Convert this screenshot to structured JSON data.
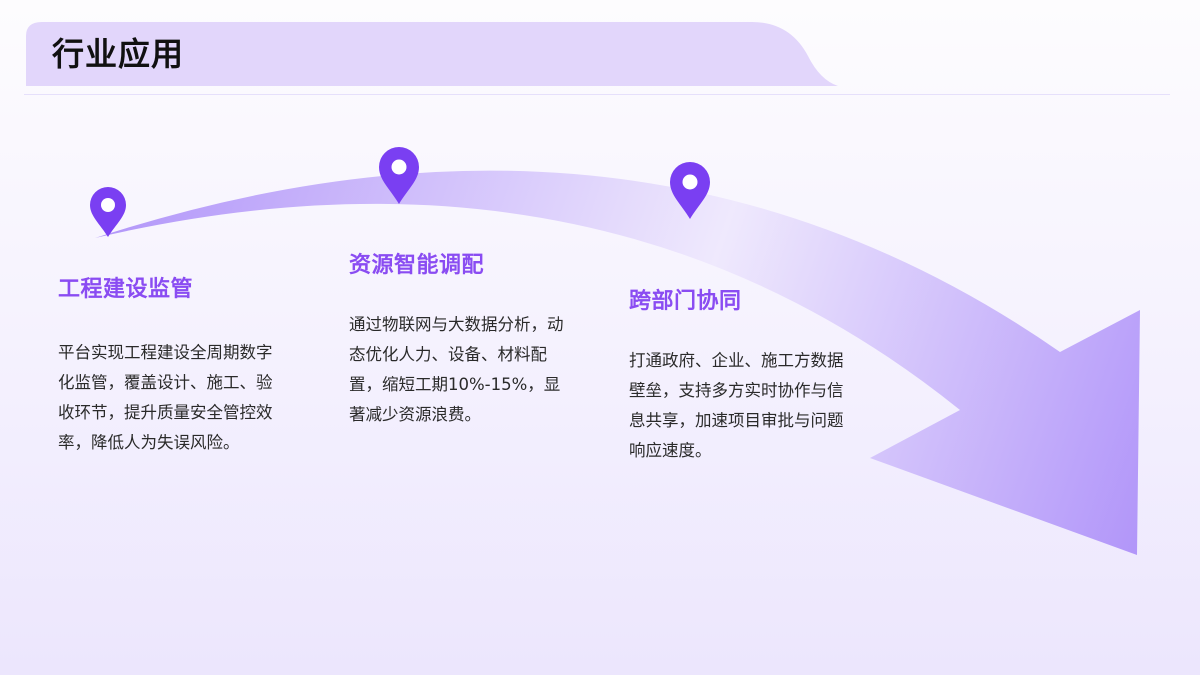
{
  "header": {
    "title": "行业应用"
  },
  "colors": {
    "accent": "#8a4cf2",
    "pin": "#7a3ff2",
    "tab": "#e2d6fb",
    "arrow_dark": "#b195f9",
    "arrow_light": "#ece6fd"
  },
  "steps": [
    {
      "icon": "location-pin-icon",
      "title": "工程建设监管",
      "description": "平台实现工程建设全周期数字化监管，覆盖设计、施工、验收环节，提升质量安全管控效率，降低人为失误风险。"
    },
    {
      "icon": "location-pin-icon",
      "title": "资源智能调配",
      "description": "通过物联网与大数据分析，动态优化人力、设备、材料配置，缩短工期10%-15%，显著减少资源浪费。"
    },
    {
      "icon": "location-pin-icon",
      "title": "跨部门协同",
      "description": "打通政府、企业、施工方数据壁垒，支持多方实时协作与信息共享，加速项目审批与问题响应速度。"
    }
  ]
}
